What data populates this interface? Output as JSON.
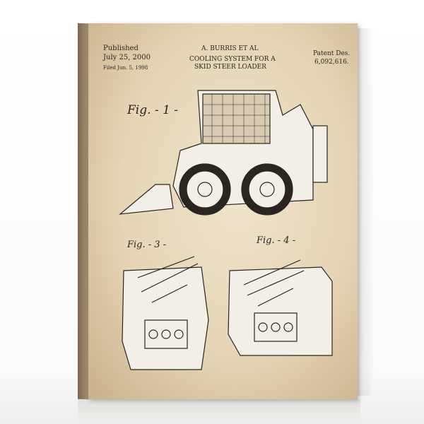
{
  "patent": {
    "published_label": "Published",
    "published_date": "July 25, 2000",
    "filed": "Filed Jun. 5, 1998",
    "inventor": "A. BURRIS ET AL",
    "title_line1": "COOLING SYSTEM FOR A",
    "title_line2": "SKID STEER LOADER",
    "patent_label": "Patent Des.",
    "patent_number": "6,092,616."
  },
  "figures": {
    "fig1": "Fig. - 1 -",
    "fig3": "Fig. - 3 -",
    "fig4": "Fig. - 4 -"
  },
  "colors": {
    "paper": "#e6d5b6",
    "ink": "#2a2520",
    "edge": "#8a7558"
  }
}
